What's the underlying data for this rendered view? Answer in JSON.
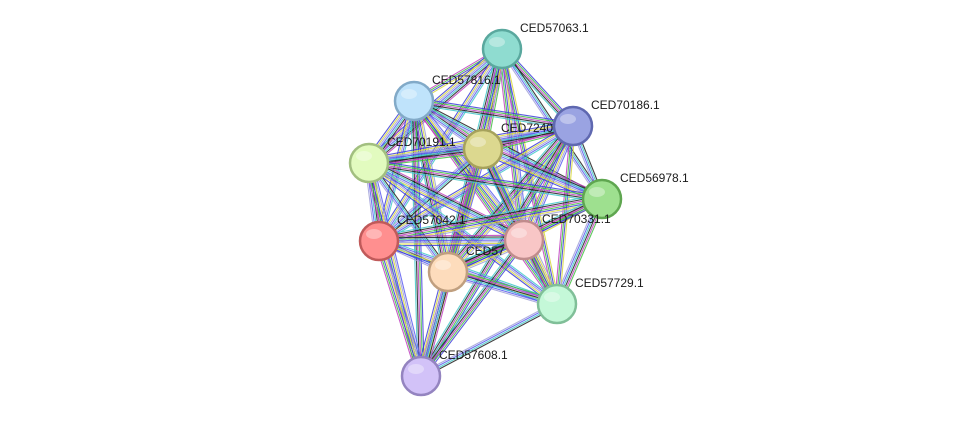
{
  "network": {
    "edge_colors": [
      "#d8d83c",
      "#3c3cd8",
      "#40c040",
      "#c040c0",
      "#202020",
      "#40c8c8",
      "#5a5af0",
      "#a0a0d8"
    ],
    "nodes": [
      {
        "id": "CED57063.1",
        "label": "CED57063.1",
        "fill": "#8fdcd0",
        "stroke": "#5aa89e"
      },
      {
        "id": "CED57816.1",
        "label": "CED57816.1",
        "fill": "#bfe3fb",
        "stroke": "#82aac8"
      },
      {
        "id": "CED70186.1",
        "label": "CED70186.1",
        "fill": "#9aa3e2",
        "stroke": "#5f68b0"
      },
      {
        "id": "CED72400.1",
        "label": "CED7240",
        "fill": "#dcd88f",
        "stroke": "#a6a25c"
      },
      {
        "id": "CED70191.1",
        "label": "CED70191.1",
        "fill": "#e2fbbf",
        "stroke": "#a2bf80"
      },
      {
        "id": "CED56978.1",
        "label": "CED56978.1",
        "fill": "#9ee08f",
        "stroke": "#5fa650"
      },
      {
        "id": "CED57042.1",
        "label": "CED57042.1",
        "fill": "#ff8f8f",
        "stroke": "#c05a5a"
      },
      {
        "id": "CED70331.1",
        "label": "CED70331.1",
        "fill": "#f8c6c6",
        "stroke": "#c08c8c"
      },
      {
        "id": "CED57xxx",
        "label": "CED57",
        "fill": "#fddcbc",
        "stroke": "#c09f7f"
      },
      {
        "id": "CED57729.1",
        "label": "CED57729.1",
        "fill": "#c4f8d8",
        "stroke": "#80bf98"
      },
      {
        "id": "CED57608.1",
        "label": "CED57608.1",
        "fill": "#d2c2f8",
        "stroke": "#9484c0"
      }
    ],
    "edges": [
      [
        "CED57063.1",
        "CED57816.1"
      ],
      [
        "CED57063.1",
        "CED70186.1"
      ],
      [
        "CED57063.1",
        "CED72400.1"
      ],
      [
        "CED57063.1",
        "CED70191.1"
      ],
      [
        "CED57063.1",
        "CED56978.1"
      ],
      [
        "CED57063.1",
        "CED57042.1"
      ],
      [
        "CED57063.1",
        "CED70331.1"
      ],
      [
        "CED57063.1",
        "CED57xxx"
      ],
      [
        "CED57063.1",
        "CED57729.1"
      ],
      [
        "CED57816.1",
        "CED70186.1"
      ],
      [
        "CED57816.1",
        "CED72400.1"
      ],
      [
        "CED57816.1",
        "CED70191.1"
      ],
      [
        "CED57816.1",
        "CED56978.1"
      ],
      [
        "CED57816.1",
        "CED57042.1"
      ],
      [
        "CED57816.1",
        "CED70331.1"
      ],
      [
        "CED57816.1",
        "CED57xxx"
      ],
      [
        "CED57816.1",
        "CED57729.1"
      ],
      [
        "CED57816.1",
        "CED57608.1"
      ],
      [
        "CED70186.1",
        "CED72400.1"
      ],
      [
        "CED70186.1",
        "CED70191.1"
      ],
      [
        "CED70186.1",
        "CED56978.1"
      ],
      [
        "CED70186.1",
        "CED57042.1"
      ],
      [
        "CED70186.1",
        "CED70331.1"
      ],
      [
        "CED70186.1",
        "CED57xxx"
      ],
      [
        "CED70186.1",
        "CED57729.1"
      ],
      [
        "CED70186.1",
        "CED57608.1"
      ],
      [
        "CED72400.1",
        "CED70191.1"
      ],
      [
        "CED72400.1",
        "CED56978.1"
      ],
      [
        "CED72400.1",
        "CED57042.1"
      ],
      [
        "CED72400.1",
        "CED70331.1"
      ],
      [
        "CED72400.1",
        "CED57xxx"
      ],
      [
        "CED72400.1",
        "CED57729.1"
      ],
      [
        "CED72400.1",
        "CED57608.1"
      ],
      [
        "CED70191.1",
        "CED56978.1"
      ],
      [
        "CED70191.1",
        "CED57042.1"
      ],
      [
        "CED70191.1",
        "CED70331.1"
      ],
      [
        "CED70191.1",
        "CED57xxx"
      ],
      [
        "CED70191.1",
        "CED57729.1"
      ],
      [
        "CED70191.1",
        "CED57608.1"
      ],
      [
        "CED56978.1",
        "CED57042.1"
      ],
      [
        "CED56978.1",
        "CED70331.1"
      ],
      [
        "CED56978.1",
        "CED57xxx"
      ],
      [
        "CED56978.1",
        "CED57729.1"
      ],
      [
        "CED57042.1",
        "CED70331.1"
      ],
      [
        "CED57042.1",
        "CED57xxx"
      ],
      [
        "CED57042.1",
        "CED57729.1"
      ],
      [
        "CED57042.1",
        "CED57608.1"
      ],
      [
        "CED70331.1",
        "CED57xxx"
      ],
      [
        "CED70331.1",
        "CED57729.1"
      ],
      [
        "CED70331.1",
        "CED57608.1"
      ],
      [
        "CED57xxx",
        "CED57729.1"
      ],
      [
        "CED57xxx",
        "CED57608.1"
      ],
      [
        "CED57729.1",
        "CED57608.1"
      ]
    ]
  }
}
